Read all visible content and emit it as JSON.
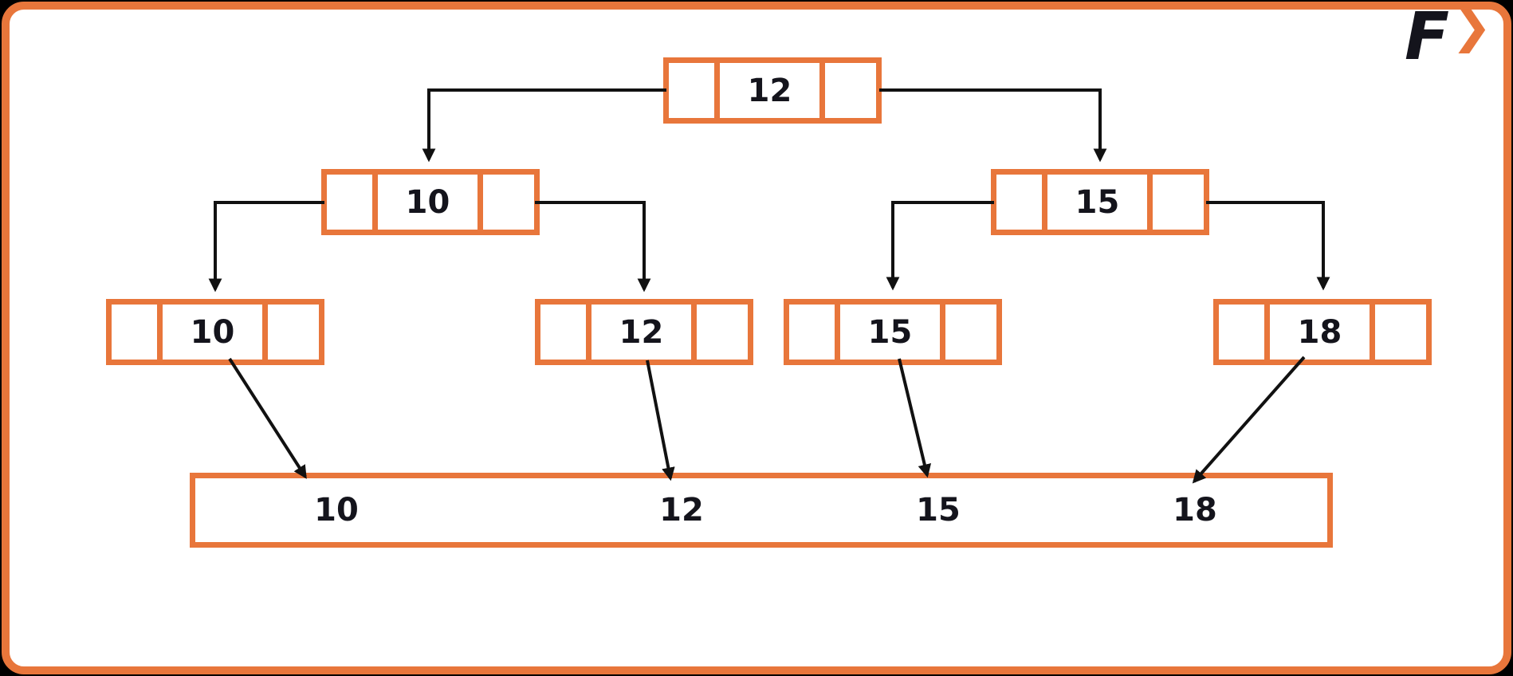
{
  "colors": {
    "accent": "#E8763B",
    "line": "#111111",
    "surface": "#ffffff",
    "background": "#000000"
  },
  "logo": {
    "letter": "F",
    "chevron": "❯"
  },
  "diagram": {
    "type": "b-plus-tree-traversal",
    "nodes": [
      {
        "id": "root",
        "value": "12",
        "level": 0
      },
      {
        "id": "internal-left",
        "value": "10",
        "level": 1
      },
      {
        "id": "internal-right",
        "value": "15",
        "level": 1
      },
      {
        "id": "leaf-10",
        "value": "10",
        "level": 2
      },
      {
        "id": "leaf-12",
        "value": "12",
        "level": 2
      },
      {
        "id": "leaf-15",
        "value": "15",
        "level": 2
      },
      {
        "id": "leaf-18",
        "value": "18",
        "level": 2
      }
    ],
    "output_sequence": [
      "10",
      "12",
      "15",
      "18"
    ]
  }
}
